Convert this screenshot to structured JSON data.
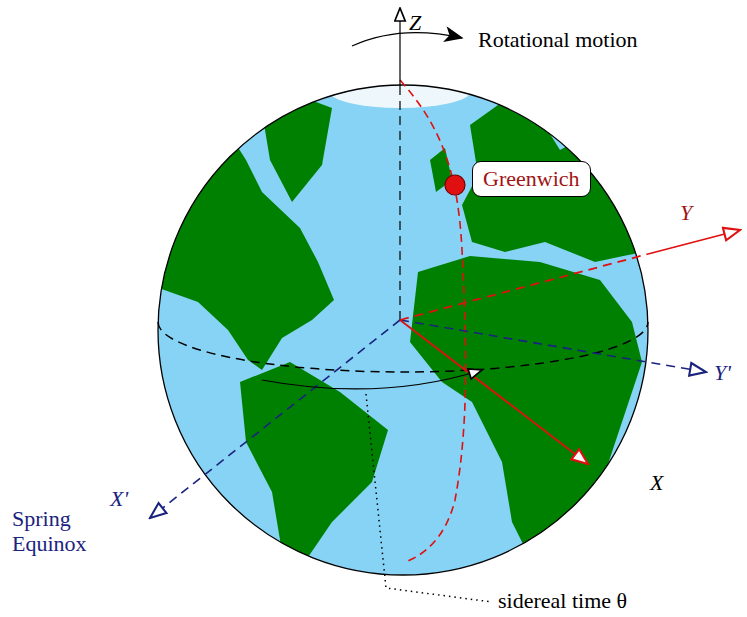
{
  "diagram": {
    "nodes": [
      {
        "text": [
          "Greenwich"
        ]
      }
    ],
    "labels": [
      "Z",
      "Rotational motion",
      "Y",
      "Y'",
      "X'",
      "Spring Equinox",
      "X",
      "sidereal time θ"
    ]
  }
}
